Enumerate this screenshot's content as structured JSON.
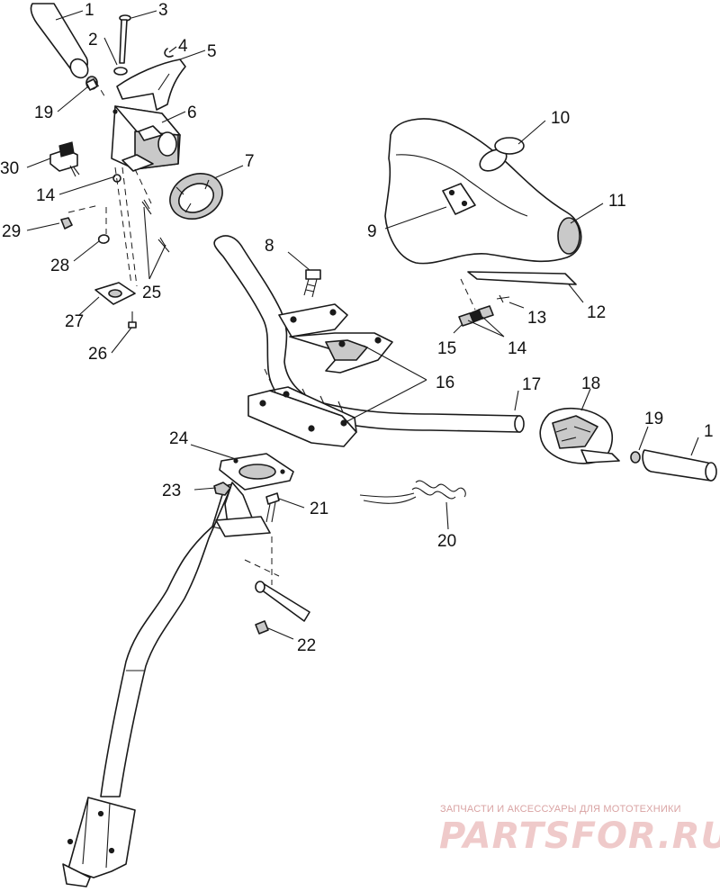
{
  "diagram": {
    "callouts": {
      "c1_top": "1",
      "c2": "2",
      "c3": "3",
      "c4": "4",
      "c5": "5",
      "c6": "6",
      "c7": "7",
      "c19_top": "19",
      "c30": "30",
      "c14_left": "14",
      "c29": "29",
      "c28": "28",
      "c25": "25",
      "c27": "27",
      "c26": "26",
      "c8": "8",
      "c9": "9",
      "c10": "10",
      "c11": "11",
      "c12": "12",
      "c13": "13",
      "c14_right": "14",
      "c15": "15",
      "c16": "16",
      "c17": "17",
      "c18": "18",
      "c19_right": "19",
      "c1_right": "1",
      "c24": "24",
      "c23": "23",
      "c21": "21",
      "c20": "20",
      "c22": "22"
    }
  },
  "watermark": {
    "tagline": "ЗАПЧАСТИ И АКСЕССУАРЫ ДЛЯ МОТОТЕХНИКИ",
    "logo": "PARTSFOR.RU",
    "color_text": "#d9a3a3",
    "color_logo": "#e3a0a0"
  }
}
